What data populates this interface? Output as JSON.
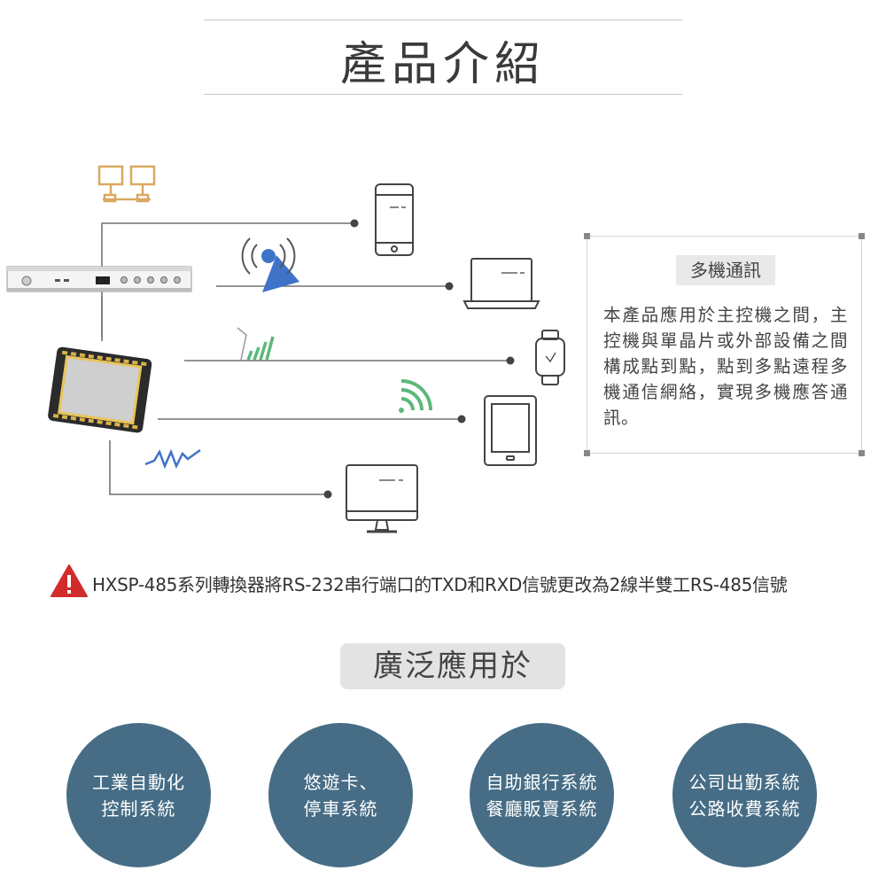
{
  "page_title": "產品介紹",
  "info": {
    "tag": "多機通訊",
    "text": "本產品應用於主控機之間，主控機與單晶片或外部設備之間構成點到點，點到多點遠程多機通信網絡，實現多機應答通訊。"
  },
  "warning": {
    "icon": "warning-triangle-icon",
    "text": "HXSP-485系列轉換器將RS-232串行端口的TXD和RXD信號更改為2線半雙工RS-485信號"
  },
  "applied": {
    "title": "廣泛應用於",
    "items": [
      {
        "line1": "工業自動化",
        "line2": "控制系統"
      },
      {
        "line1": "悠遊卡、",
        "line2": "停車系統"
      },
      {
        "line1": "自助銀行系統",
        "line2": "餐廳販賣系統"
      },
      {
        "line1": "公司出勤系統",
        "line2": "公路收費系統"
      }
    ]
  },
  "colors": {
    "circle": "#466d85",
    "network_icon": "#d9a861",
    "antenna_blue": "#3f73c8",
    "signal_green": "#5cb87a",
    "warning_red": "#d22b2b"
  }
}
